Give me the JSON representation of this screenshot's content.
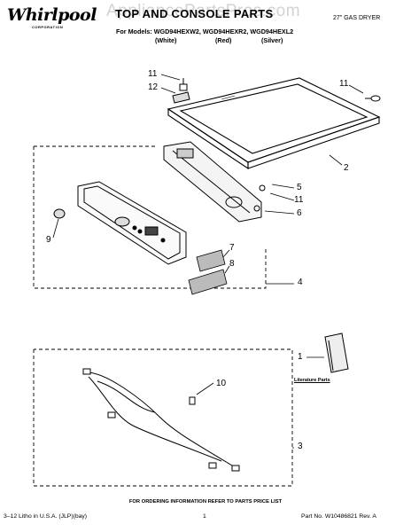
{
  "header": {
    "brand": "Whirlpool",
    "brand_sub": "CORPORATION",
    "title": "TOP AND CONSOLE PARTS",
    "watermark": "AppliancePartsPros.com",
    "product": "27\" GAS DRYER",
    "models": "For Models: WGD94HEXW2, WGD94HEXR2, WGD94HEXL2",
    "colors": [
      "(White)",
      "(Red)",
      "(Silver)"
    ]
  },
  "callouts": [
    "11",
    "12",
    "11",
    "2",
    "5",
    "11",
    "6",
    "9",
    "7",
    "8",
    "4",
    "1",
    "10",
    "3"
  ],
  "literature_label": "Literature Parts",
  "ordering_info": "FOR ORDERING INFORMATION REFER TO PARTS PRICE LIST",
  "footer": {
    "left": "3–12 Litho in U.S.A. (JLP)(bay)",
    "page": "1",
    "part_no": "Part No. W10486821 Rev. A"
  }
}
